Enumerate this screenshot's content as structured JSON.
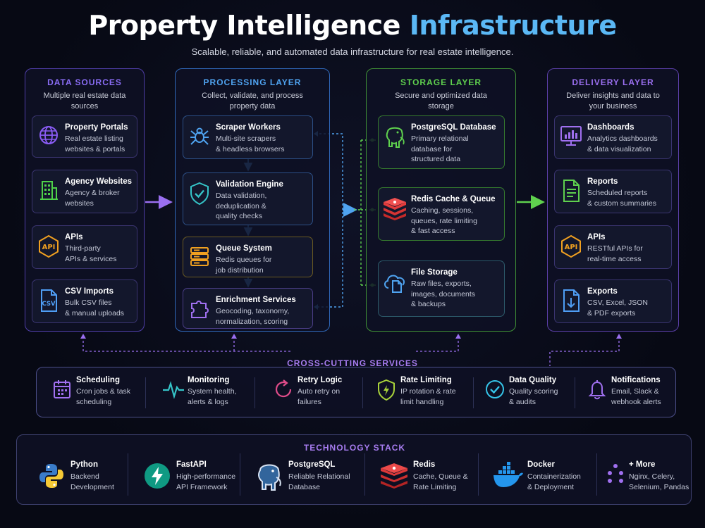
{
  "header": {
    "title_main": "Property Intelligence",
    "title_accent": "Infrastructure",
    "subtitle": "Scalable, reliable, and automated data infrastructure for real estate intelligence."
  },
  "columns": {
    "sources": {
      "title": "DATA SOURCES",
      "subtitle": "Multiple real estate data sources",
      "color": "#7d5cf0",
      "cards": [
        {
          "title": "Property Portals",
          "desc": [
            "Real estate listing",
            "websites & portals"
          ],
          "icon": "globe-icon"
        },
        {
          "title": "Agency Websites",
          "desc": [
            "Agency & broker",
            "websites"
          ],
          "icon": "building-icon"
        },
        {
          "title": "APIs",
          "desc": [
            "Third-party",
            "APIs & services"
          ],
          "icon": "api-icon"
        },
        {
          "title": "CSV Imports",
          "desc": [
            "Bulk CSV files",
            "& manual uploads"
          ],
          "icon": "csv-file-icon"
        }
      ]
    },
    "processing": {
      "title": "PROCESSING LAYER",
      "subtitle": "Collect, validate, and process property data",
      "color": "#3d8fe0",
      "cards": [
        {
          "title": "Scraper Workers",
          "desc": [
            "Multi-site scrapers",
            "& headless browsers"
          ],
          "icon": "spider-icon"
        },
        {
          "title": "Validation Engine",
          "desc": [
            "Data validation,",
            "deduplication &",
            "quality checks"
          ],
          "icon": "shield-check-icon"
        },
        {
          "title": "Queue System",
          "desc": [
            "Redis queues for",
            "job distribution"
          ],
          "icon": "queue-icon"
        },
        {
          "title": "Enrichment Services",
          "desc": [
            "Geocoding, taxonomy,",
            "normalization, scoring"
          ],
          "icon": "puzzle-icon"
        }
      ]
    },
    "storage": {
      "title": "STORAGE LAYER",
      "subtitle": "Secure and optimized data storage",
      "color": "#5fd14e",
      "cards": [
        {
          "title": "PostgreSQL Database",
          "desc": [
            "Primary relational",
            "database for",
            "structured data"
          ],
          "icon": "postgres-elephant-icon"
        },
        {
          "title": "Redis Cache & Queue",
          "desc": [
            "Caching, sessions,",
            "queues, rate limiting",
            "& fast access"
          ],
          "icon": "redis-icon"
        },
        {
          "title": "File Storage",
          "desc": [
            "Raw files, exports,",
            "images, documents",
            "& backups"
          ],
          "icon": "cloud-file-icon"
        }
      ]
    },
    "delivery": {
      "title": "DELIVERY LAYER",
      "subtitle": "Deliver insights and data to your business",
      "color": "#8e5ef0",
      "cards": [
        {
          "title": "Dashboards",
          "desc": [
            "Analytics dashboards",
            "& data visualization"
          ],
          "icon": "dashboard-icon"
        },
        {
          "title": "Reports",
          "desc": [
            "Scheduled reports",
            "& custom summaries"
          ],
          "icon": "report-icon"
        },
        {
          "title": "APIs",
          "desc": [
            "RESTful APIs for",
            "real-time access"
          ],
          "icon": "api-icon"
        },
        {
          "title": "Exports",
          "desc": [
            "CSV, Excel, JSON",
            "& PDF exports"
          ],
          "icon": "export-file-icon"
        }
      ]
    }
  },
  "cross_cutting": {
    "title": "CROSS-CUTTING SERVICES",
    "items": [
      {
        "title": "Scheduling",
        "desc": [
          "Cron jobs & task",
          "scheduling"
        ],
        "icon": "calendar-icon"
      },
      {
        "title": "Monitoring",
        "desc": [
          "System health,",
          "alerts & logs"
        ],
        "icon": "pulse-icon"
      },
      {
        "title": "Retry Logic",
        "desc": [
          "Auto retry on",
          "failures"
        ],
        "icon": "retry-icon"
      },
      {
        "title": "Rate Limiting",
        "desc": [
          "IP rotation & rate",
          "limit handling"
        ],
        "icon": "shield-limit-icon"
      },
      {
        "title": "Data Quality",
        "desc": [
          "Quality scoring",
          "& audits"
        ],
        "icon": "check-circle-icon"
      },
      {
        "title": "Notifications",
        "desc": [
          "Email, Slack &",
          "webhook alerts"
        ],
        "icon": "bell-icon"
      }
    ]
  },
  "tech_stack": {
    "title": "TECHNOLOGY STACK",
    "items": [
      {
        "title": "Python",
        "desc": [
          "Backend",
          "Development"
        ],
        "icon": "python-icon"
      },
      {
        "title": "FastAPI",
        "desc": [
          "High-performance",
          "API Framework"
        ],
        "icon": "fastapi-icon"
      },
      {
        "title": "PostgreSQL",
        "desc": [
          "Reliable Relational",
          "Database"
        ],
        "icon": "postgres-elephant-icon"
      },
      {
        "title": "Redis",
        "desc": [
          "Cache, Queue &",
          "Rate Limiting"
        ],
        "icon": "redis-icon"
      },
      {
        "title": "Docker",
        "desc": [
          "Containerization",
          "& Deployment"
        ],
        "icon": "docker-icon"
      },
      {
        "title": "+ More",
        "desc": [
          "Nginx, Celery,",
          "Selenium, Pandas"
        ],
        "icon": "dots-icon"
      }
    ]
  }
}
